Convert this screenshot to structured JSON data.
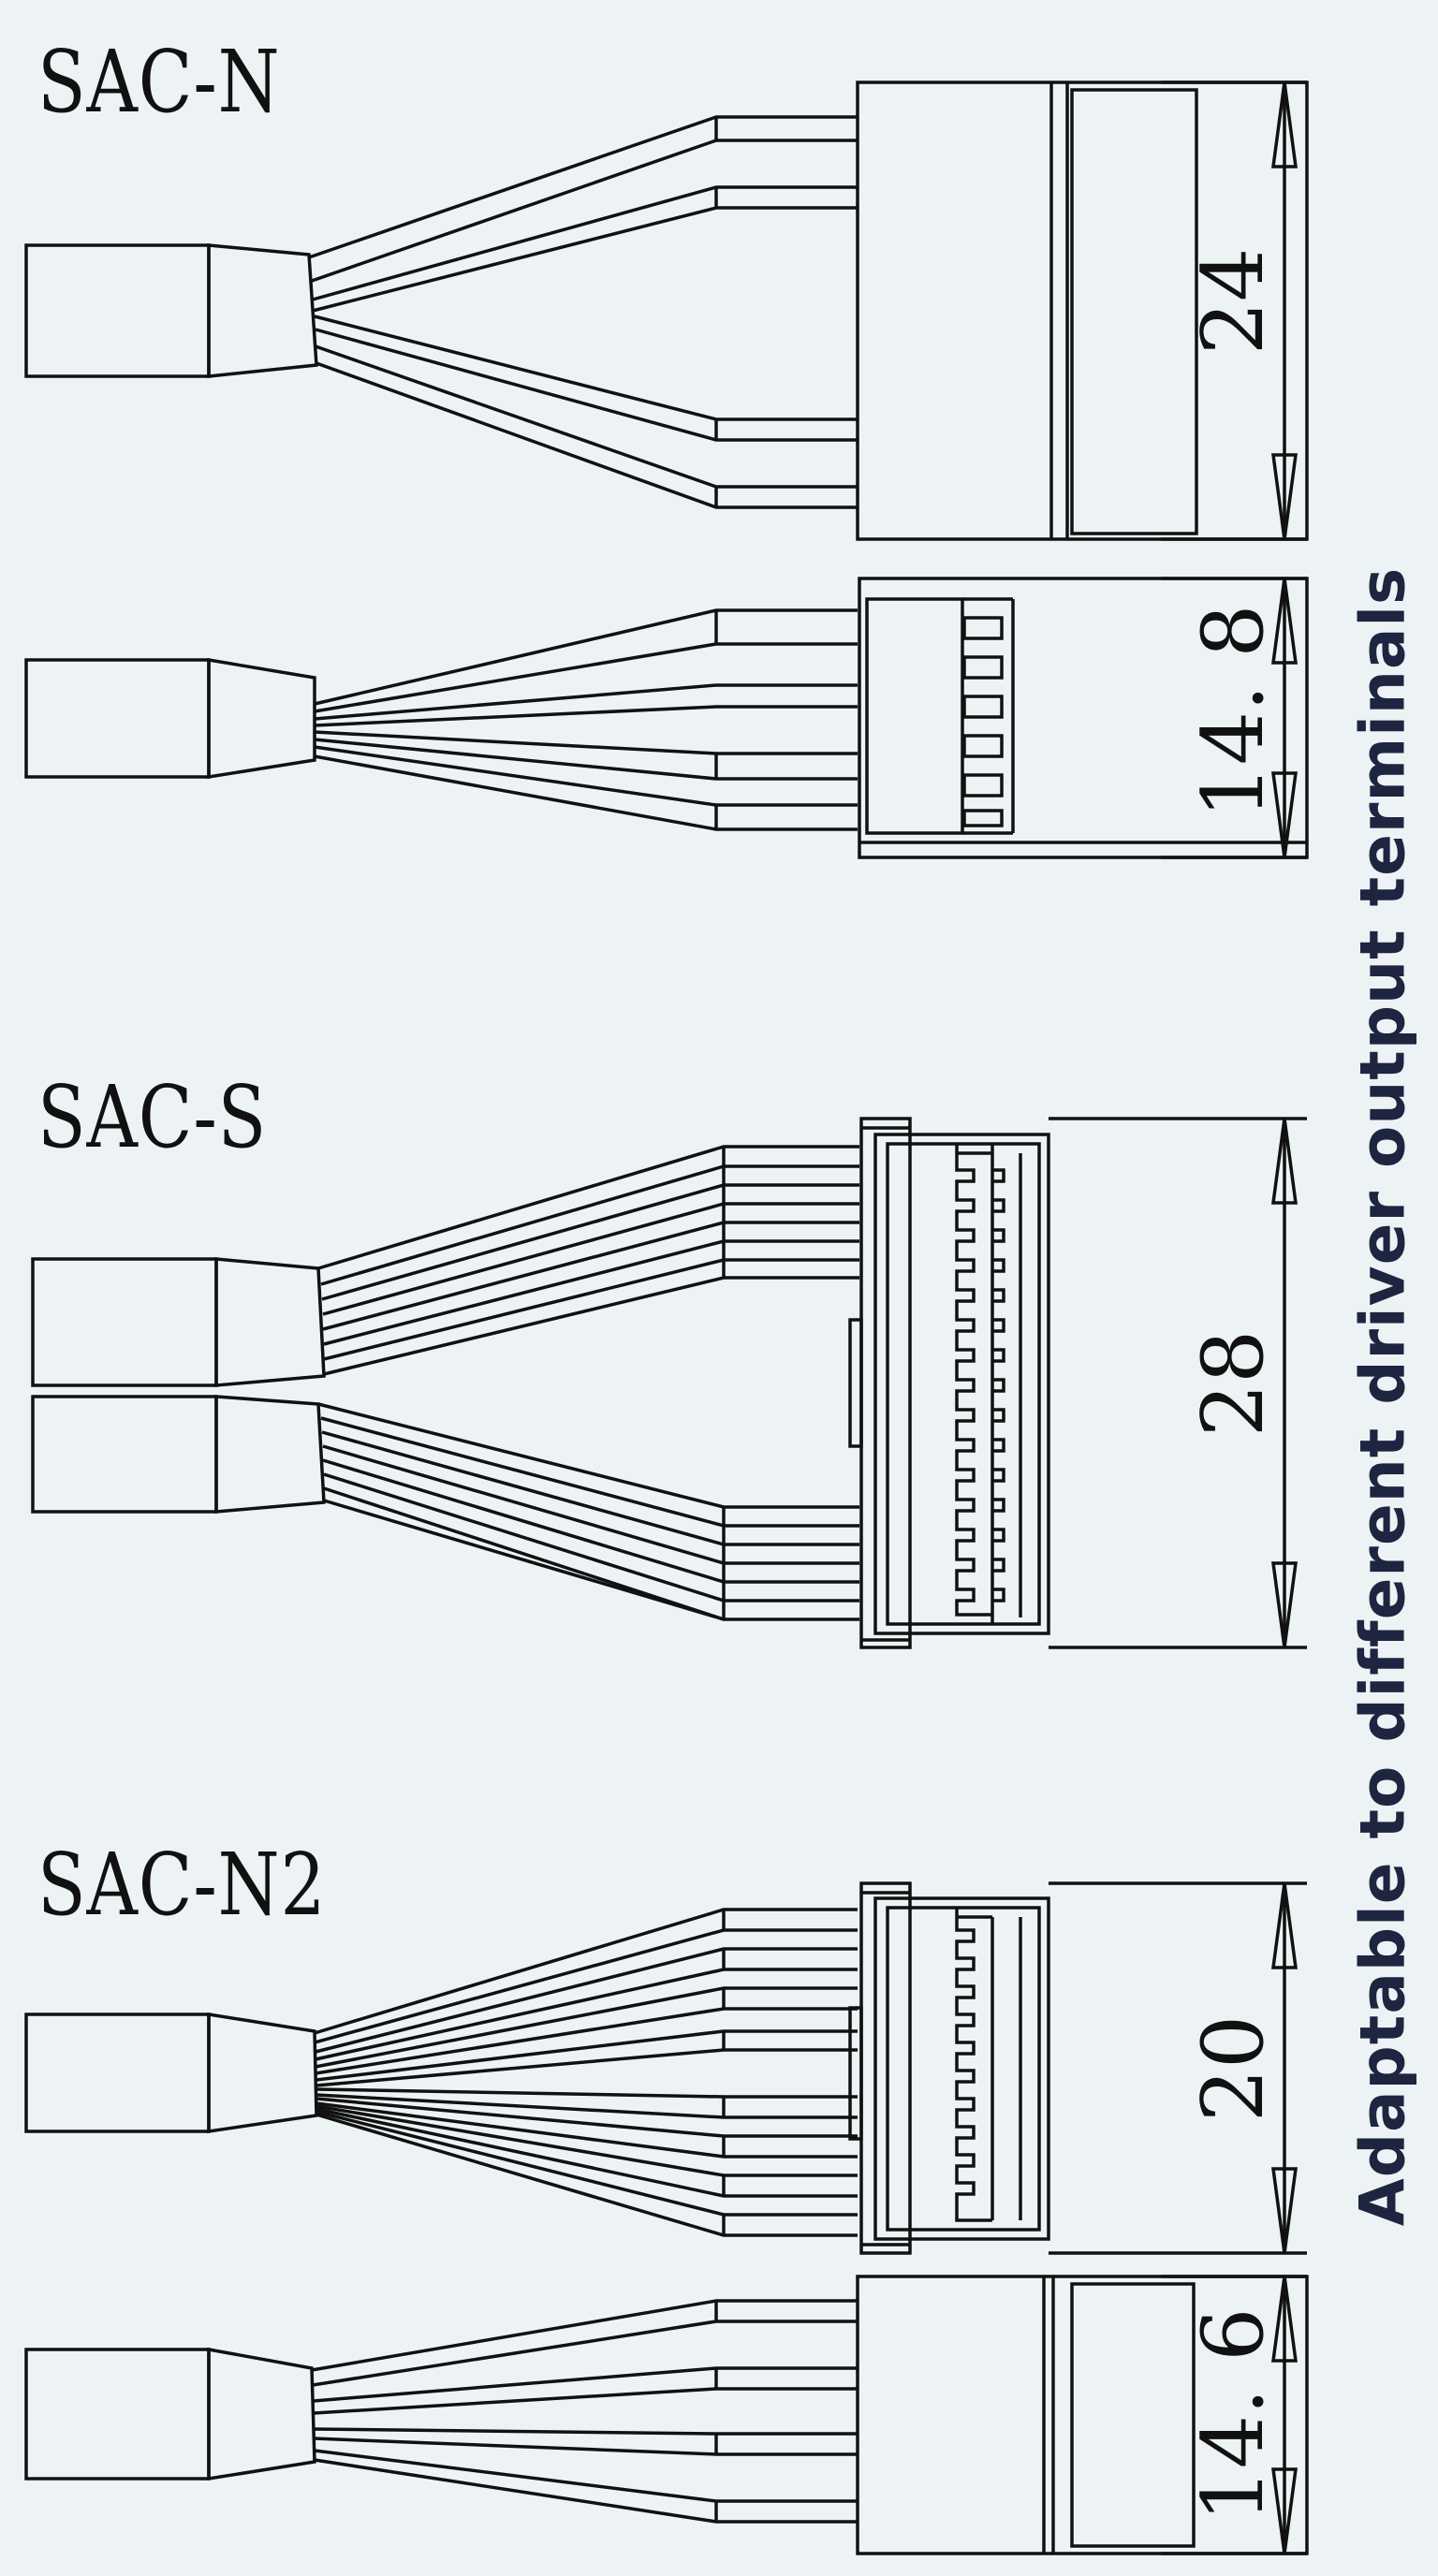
{
  "models": {
    "sac_n": "SAC-N",
    "sac_s": "SAC-S",
    "sac_n2": "SAC-N2"
  },
  "dimensions": {
    "sac_n_top": "24",
    "sac_n_bottom": "14. 8",
    "sac_s": "28",
    "sac_n2_top": "20",
    "sac_n2_bottom": "14. 6"
  },
  "caption": "Adaptable to different driver output terminals",
  "colors": {
    "background": "#edf3f5",
    "line": "#111111",
    "caption": "#1d2540"
  }
}
